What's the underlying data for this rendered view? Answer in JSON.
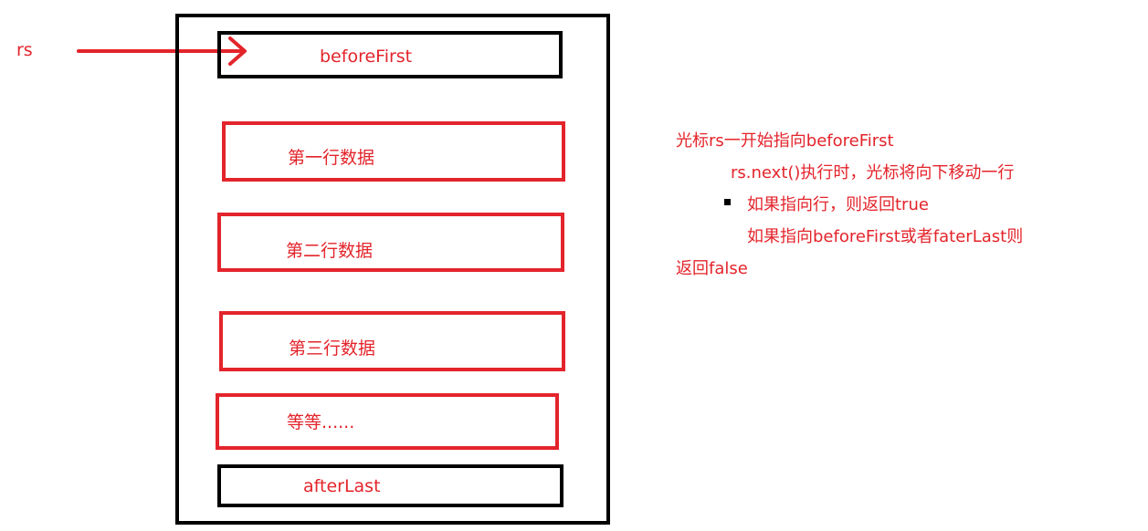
{
  "colors": {
    "accent_red": "#e3242b",
    "frame_black": "#000000",
    "background": "#ffffff"
  },
  "pointer": {
    "label": "rs",
    "icon": "right-arrow-icon"
  },
  "result_set": {
    "rows": [
      {
        "label": "beforeFirst",
        "border": "black"
      },
      {
        "label": "第一行数据",
        "border": "red"
      },
      {
        "label": "第二行数据",
        "border": "red"
      },
      {
        "label": "第三行数据",
        "border": "red"
      },
      {
        "label": "等等......",
        "border": "red"
      },
      {
        "label": "afterLast",
        "border": "black"
      }
    ]
  },
  "notes": {
    "line1": "光标rs一开始指向beforeFirst",
    "line2": "rs.next()执行时，光标将向下移动一行",
    "line3": "如果指向行，则返回true",
    "line4": "如果指向beforeFirst或者faterLast则",
    "line5": "返回false",
    "bullet_icon": "square-bullet-icon"
  }
}
